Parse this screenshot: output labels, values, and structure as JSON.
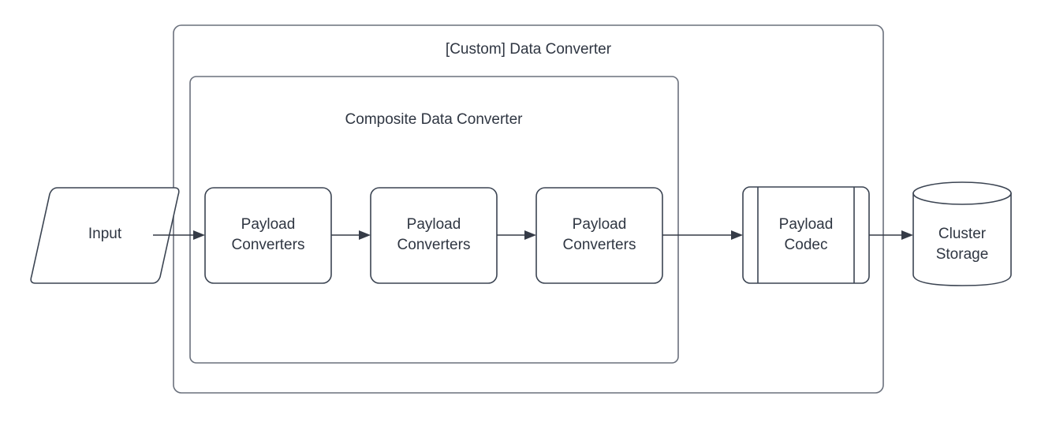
{
  "diagram": {
    "type": "flow-diagram",
    "background_color": "#ffffff",
    "stroke_color": "#3b4452",
    "container_stroke_color": "#6a707c",
    "text_color": "#2f3642",
    "containers": {
      "outer": {
        "label": "[Custom] Data Converter"
      },
      "inner": {
        "label": "Composite Data Converter"
      }
    },
    "nodes": {
      "input": {
        "label": "Input",
        "shape": "parallelogram"
      },
      "converter_1": {
        "line1": "Payload",
        "line2": "Converters",
        "shape": "rounded-rectangle"
      },
      "converter_2": {
        "line1": "Payload",
        "line2": "Converters",
        "shape": "rounded-rectangle"
      },
      "converter_3": {
        "line1": "Payload",
        "line2": "Converters",
        "shape": "rounded-rectangle"
      },
      "codec": {
        "line1": "Payload",
        "line2": "Codec",
        "shape": "subroutine"
      },
      "storage": {
        "line1": "Cluster",
        "line2": "Storage",
        "shape": "cylinder"
      }
    },
    "edges": [
      {
        "from": "input",
        "to": "converter_1",
        "arrow": "arrow-right-icon"
      },
      {
        "from": "converter_1",
        "to": "converter_2",
        "arrow": "arrow-right-icon"
      },
      {
        "from": "converter_2",
        "to": "converter_3",
        "arrow": "arrow-right-icon"
      },
      {
        "from": "converter_3",
        "to": "codec",
        "arrow": "arrow-right-icon"
      },
      {
        "from": "codec",
        "to": "storage",
        "arrow": "arrow-right-icon"
      }
    ]
  }
}
